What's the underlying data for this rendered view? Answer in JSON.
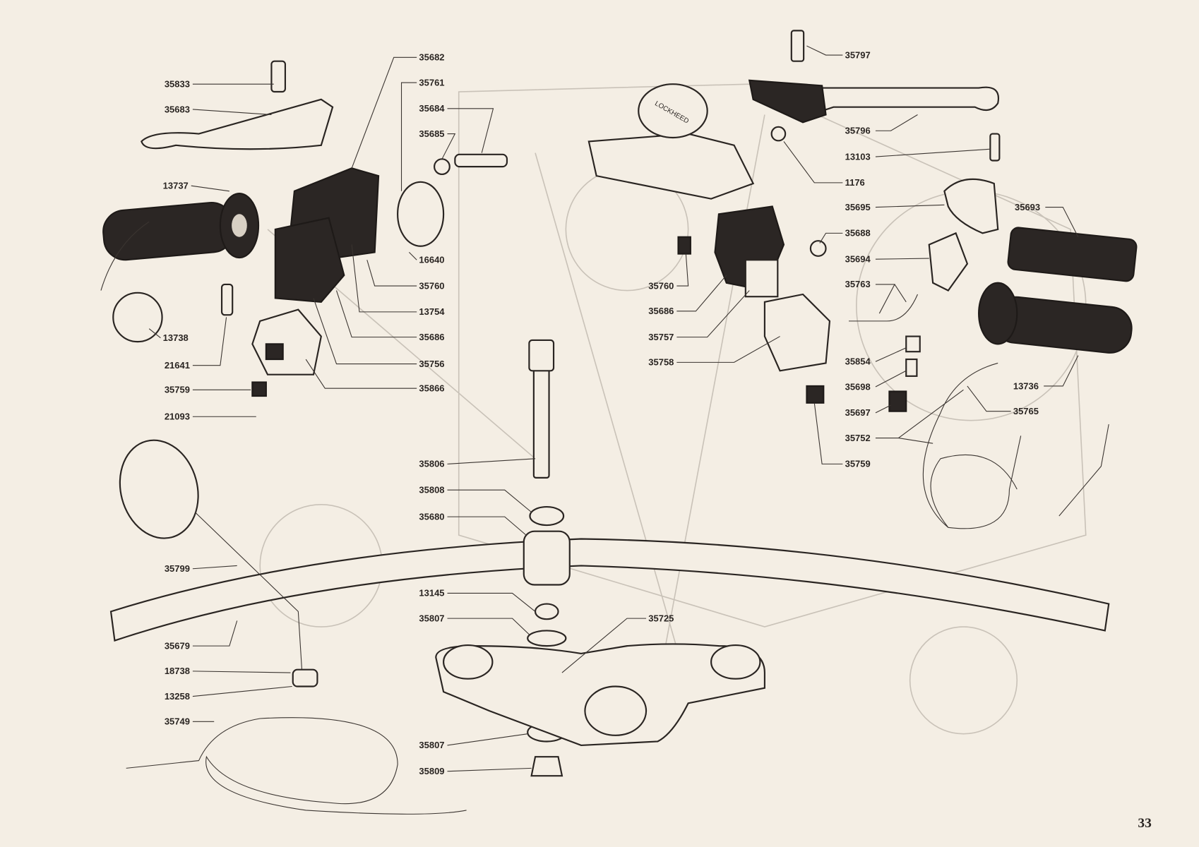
{
  "page_number": "33",
  "left_labels": [
    "35833",
    "35683",
    "13737",
    "13738",
    "21641",
    "35759",
    "21093",
    "35799",
    "35679",
    "18738",
    "13258",
    "35749"
  ],
  "center_labels": [
    "35682",
    "35761",
    "35684",
    "35685",
    "16640",
    "35760",
    "13754",
    "35686",
    "35756",
    "35866",
    "35806",
    "35808",
    "35680",
    "13145",
    "35807",
    "35807",
    "35809"
  ],
  "center_right_labels": [
    "35725",
    "35760",
    "35686",
    "35757",
    "35758"
  ],
  "right_labels": [
    "35797",
    "35796",
    "13103",
    "1176",
    "35695",
    "35688",
    "35694",
    "35763",
    "35854",
    "35698",
    "35697",
    "35752",
    "35759"
  ],
  "far_right_labels": [
    "35693",
    "13736",
    "35765"
  ],
  "reservoir_text": "LOCKHEED"
}
